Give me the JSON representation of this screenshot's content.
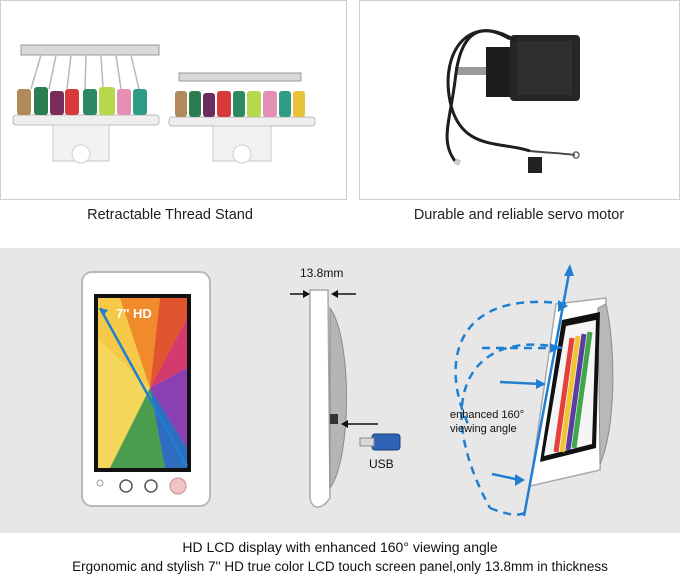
{
  "top_left": {
    "caption": "Retractable Thread Stand",
    "icon": "thread-stand-photo"
  },
  "top_right": {
    "caption": "Durable and reliable servo motor",
    "icon": "servo-motor-photo"
  },
  "bottom": {
    "screen_badge": "7'' HD",
    "thickness_label": "13.8mm",
    "usb_label": "USB",
    "viewing_angle_label_line1": "enhanced 160°",
    "viewing_angle_label_line2": "viewing angle",
    "caption_line1": "HD LCD display with enhanced 160° viewing angle",
    "caption_line2": "Ergonomic and stylish 7'' HD true color LCD touch screen panel,only 13.8mm in thickness"
  },
  "colors": {
    "arrow_blue": "#1f7fd1",
    "panel_gray": "#e7e7e7",
    "screen_border": "#111111"
  }
}
